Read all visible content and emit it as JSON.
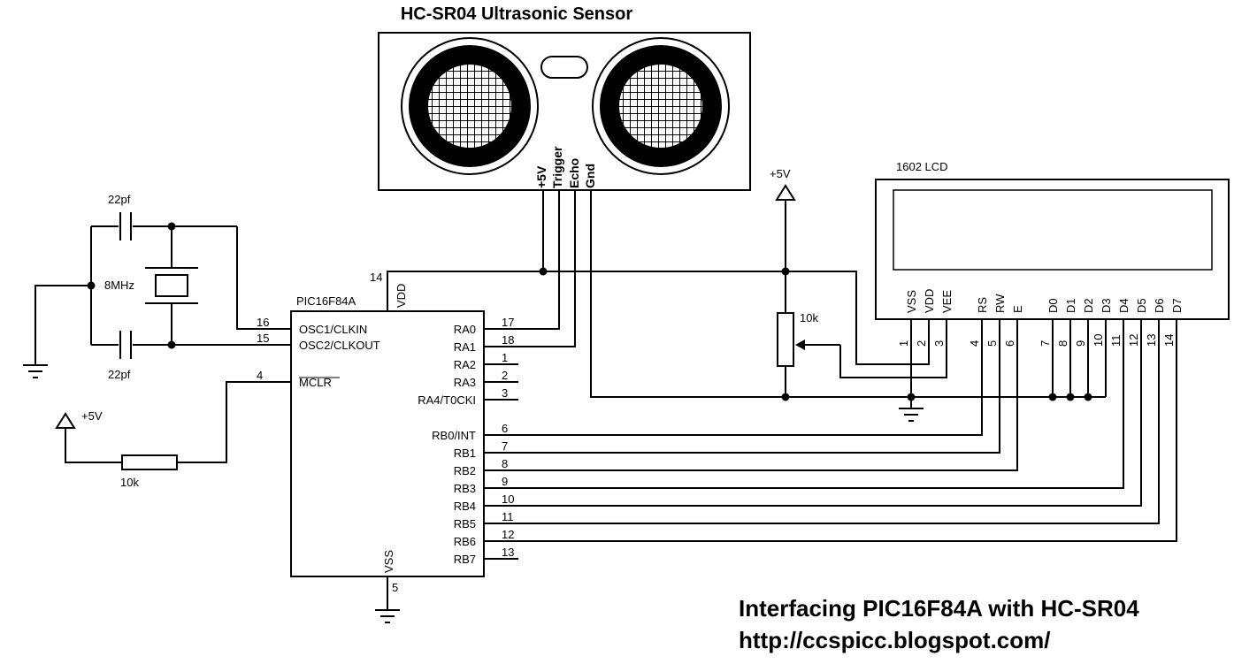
{
  "sensor": {
    "title": "HC-SR04 Ultrasonic Sensor",
    "pins": [
      "+5V",
      "Trigger",
      "Echo",
      "Gnd"
    ]
  },
  "lcd": {
    "title": "1602 LCD",
    "pins": [
      {
        "label": "VSS",
        "num": "1"
      },
      {
        "label": "VDD",
        "num": "2"
      },
      {
        "label": "VEE",
        "num": "3"
      },
      {
        "label": "RS",
        "num": "4"
      },
      {
        "label": "RW",
        "num": "5"
      },
      {
        "label": "E",
        "num": "6"
      },
      {
        "label": "D0",
        "num": "7"
      },
      {
        "label": "D1",
        "num": "8"
      },
      {
        "label": "D2",
        "num": "9"
      },
      {
        "label": "D3",
        "num": "10"
      },
      {
        "label": "D4",
        "num": "11"
      },
      {
        "label": "D5",
        "num": "12"
      },
      {
        "label": "D6",
        "num": "13"
      },
      {
        "label": "D7",
        "num": "14"
      }
    ]
  },
  "mcu": {
    "name": "PIC16F84A",
    "vdd": {
      "label": "VDD",
      "num": "14"
    },
    "vss": {
      "label": "VSS",
      "num": "5"
    },
    "left_pins": [
      {
        "label": "OSC1/CLKIN",
        "num": "16"
      },
      {
        "label": "OSC2/CLKOUT",
        "num": "15"
      },
      {
        "label": "MCLR",
        "num": "4"
      }
    ],
    "right_pins": [
      {
        "label": "RA0",
        "num": "17"
      },
      {
        "label": "RA1",
        "num": "18"
      },
      {
        "label": "RA2",
        "num": "1"
      },
      {
        "label": "RA3",
        "num": "2"
      },
      {
        "label": "RA4/T0CKI",
        "num": "3"
      },
      {
        "label": "RB0/INT",
        "num": "6"
      },
      {
        "label": "RB1",
        "num": "7"
      },
      {
        "label": "RB2",
        "num": "8"
      },
      {
        "label": "RB3",
        "num": "9"
      },
      {
        "label": "RB4",
        "num": "10"
      },
      {
        "label": "RB5",
        "num": "11"
      },
      {
        "label": "RB6",
        "num": "12"
      },
      {
        "label": "RB7",
        "num": "13"
      }
    ]
  },
  "components": {
    "cap_top": "22pf",
    "cap_bottom": "22pf",
    "crystal": "8MHz",
    "pot": "10k",
    "resistor": "10k",
    "supply_pot": "+5V",
    "supply_mclr": "+5V"
  },
  "caption": {
    "title": "Interfacing PIC16F84A with HC-SR04",
    "url": "http://ccspicc.blogspot.com/"
  }
}
